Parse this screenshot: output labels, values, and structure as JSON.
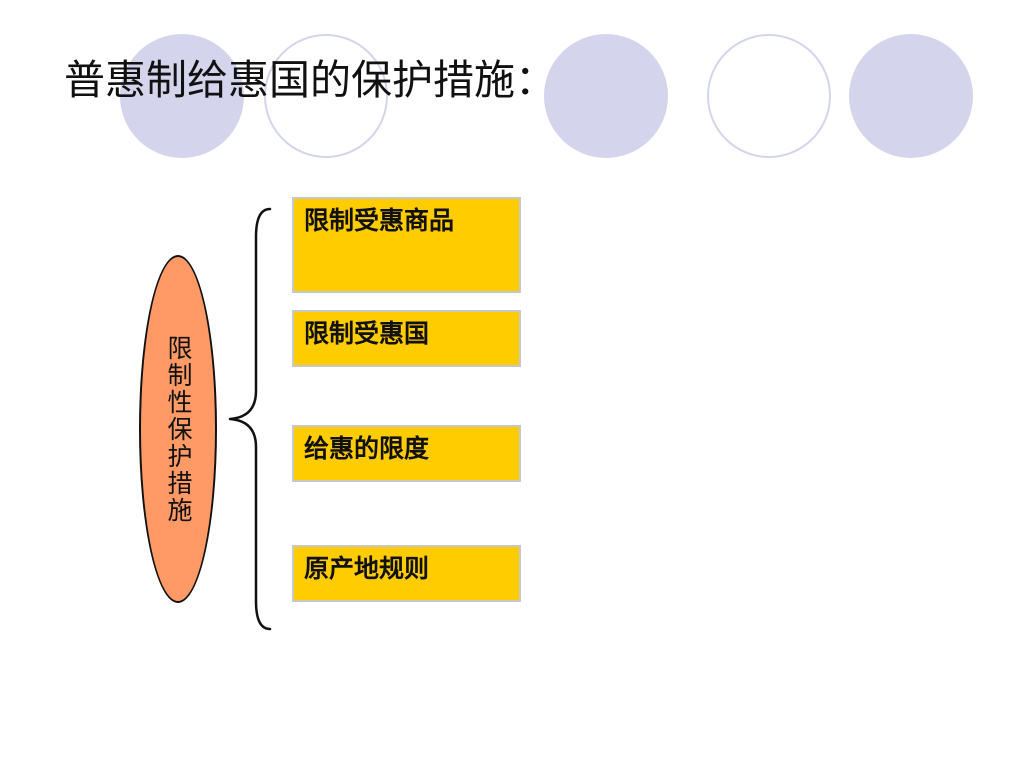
{
  "title": "普惠制给惠国的保护措施：",
  "category": {
    "label": "限制性保护措施"
  },
  "measures": [
    "限制受惠商品",
    "限制受惠国",
    "给惠的限度",
    "原产地规则"
  ],
  "colors": {
    "decor_circle": "#d4d5ec",
    "oval_fill": "#ff9966",
    "box_fill": "#ffcc00",
    "box_border": "#c8c8c8",
    "line": "#111111"
  }
}
